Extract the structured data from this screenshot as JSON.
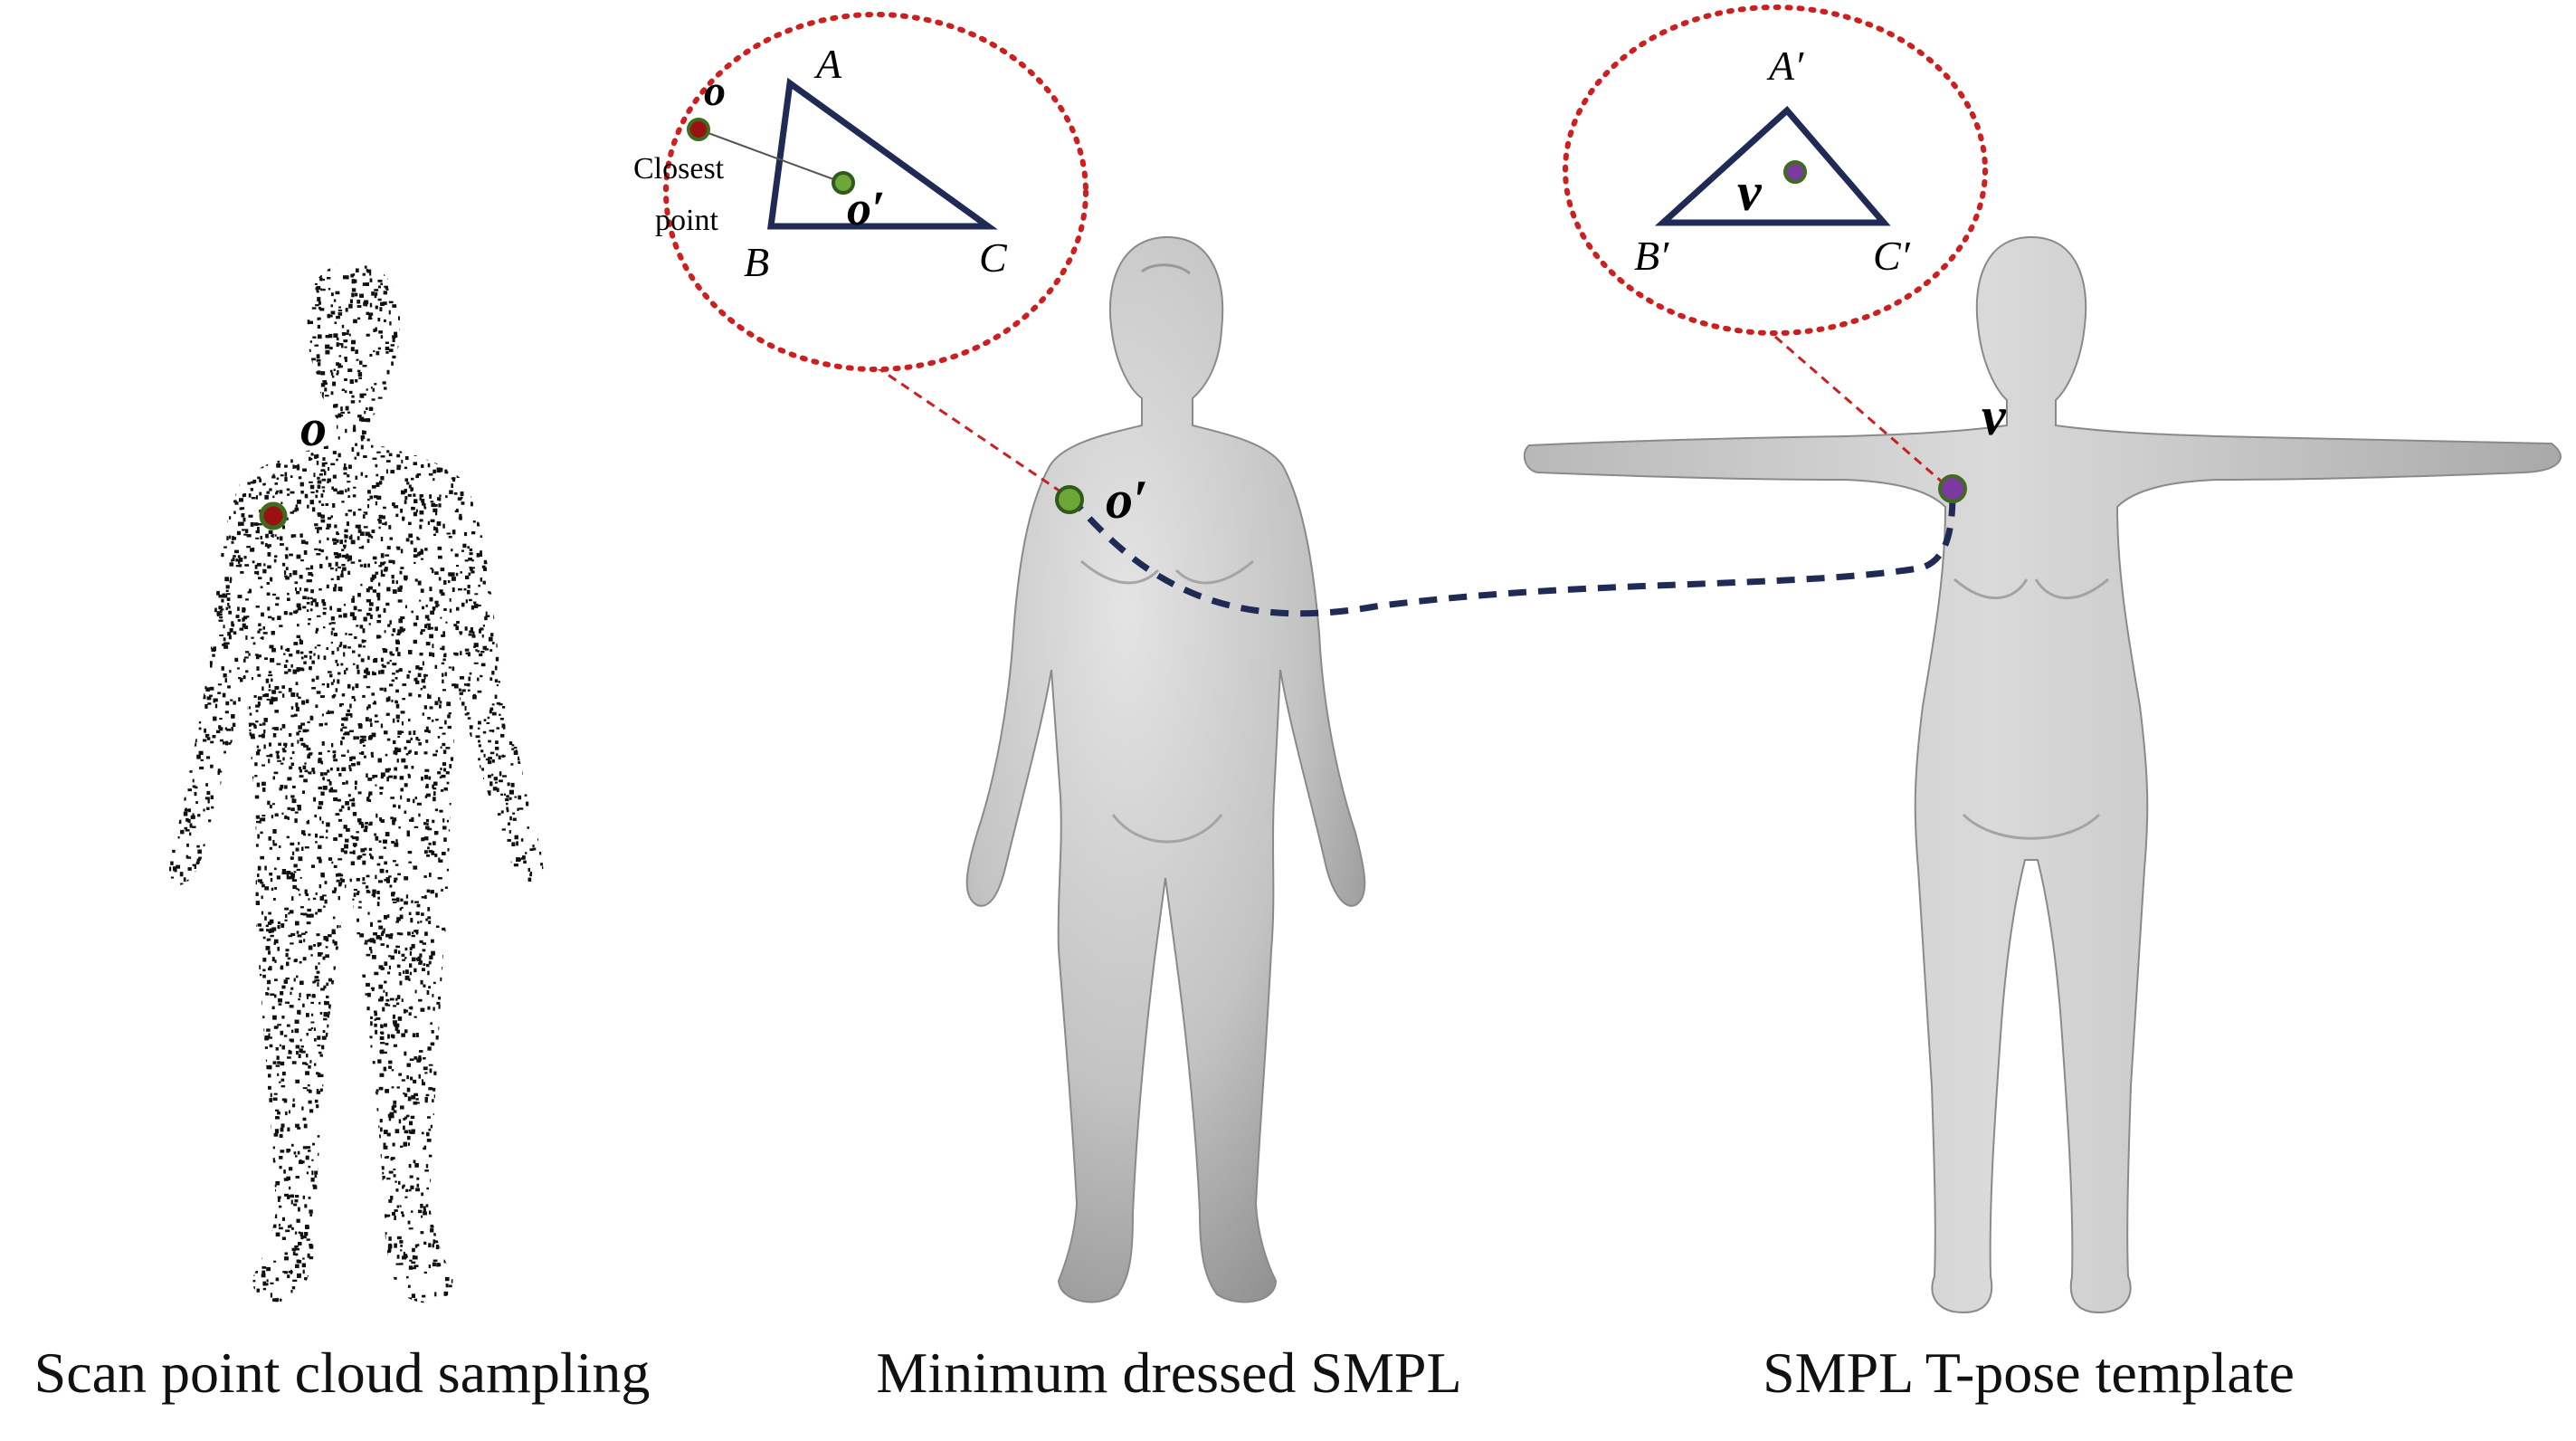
{
  "captions": {
    "scan": "Scan point cloud sampling",
    "dressed": "Minimum dressed SMPL",
    "template": "SMPL T-pose template"
  },
  "labels": {
    "o": "o",
    "o_prime": "o′",
    "v": "v"
  },
  "callout_left": {
    "vertex_a": "A",
    "vertex_b": "B",
    "vertex_c": "C",
    "point_o": "o",
    "point_o_prime": "o′",
    "closest_line1": "Closest",
    "closest_line2": "point"
  },
  "callout_right": {
    "vertex_a": "A′",
    "vertex_b": "B′",
    "vertex_c": "C′",
    "point_v": "v"
  },
  "colors": {
    "callout_border": "#cc1f1f",
    "triangle": "#1f2b55",
    "curve": "#1f2b55",
    "point_o": "#9b1010",
    "point_o_prime": "#6fa63a",
    "point_v": "#7a3a9e",
    "body_fill": "#c9c9c9",
    "point_cloud": "#111111"
  },
  "icons": [
    "point-cloud-figure",
    "dressed-body-figure",
    "tpose-body-figure"
  ]
}
